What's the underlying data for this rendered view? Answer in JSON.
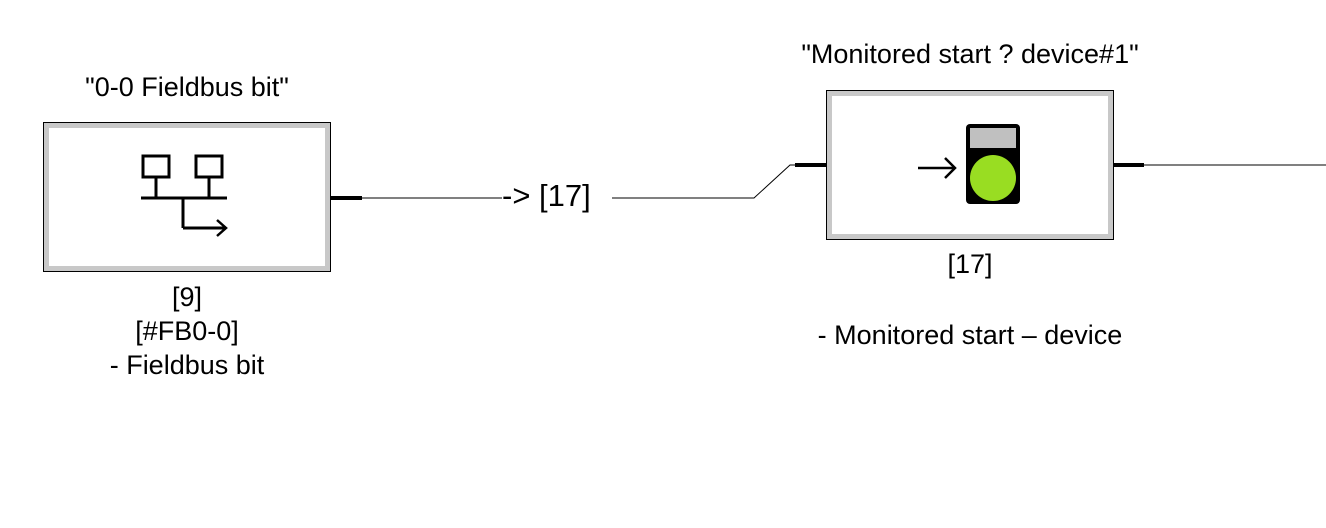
{
  "blocks": {
    "fieldbus": {
      "title": "\"0-0 Fieldbus bit\"",
      "id": "[9]",
      "address": "[#FB0-0]",
      "description": "- Fieldbus bit",
      "icon": "network-output-icon"
    },
    "monitored_start": {
      "title": "\"Monitored start ? device#1\"",
      "id": "[17]",
      "description": "- Monitored start – device",
      "icon": "traffic-light-green-icon",
      "indicator_color": "#99dd22"
    }
  },
  "connection": {
    "label": "-> [17]"
  }
}
